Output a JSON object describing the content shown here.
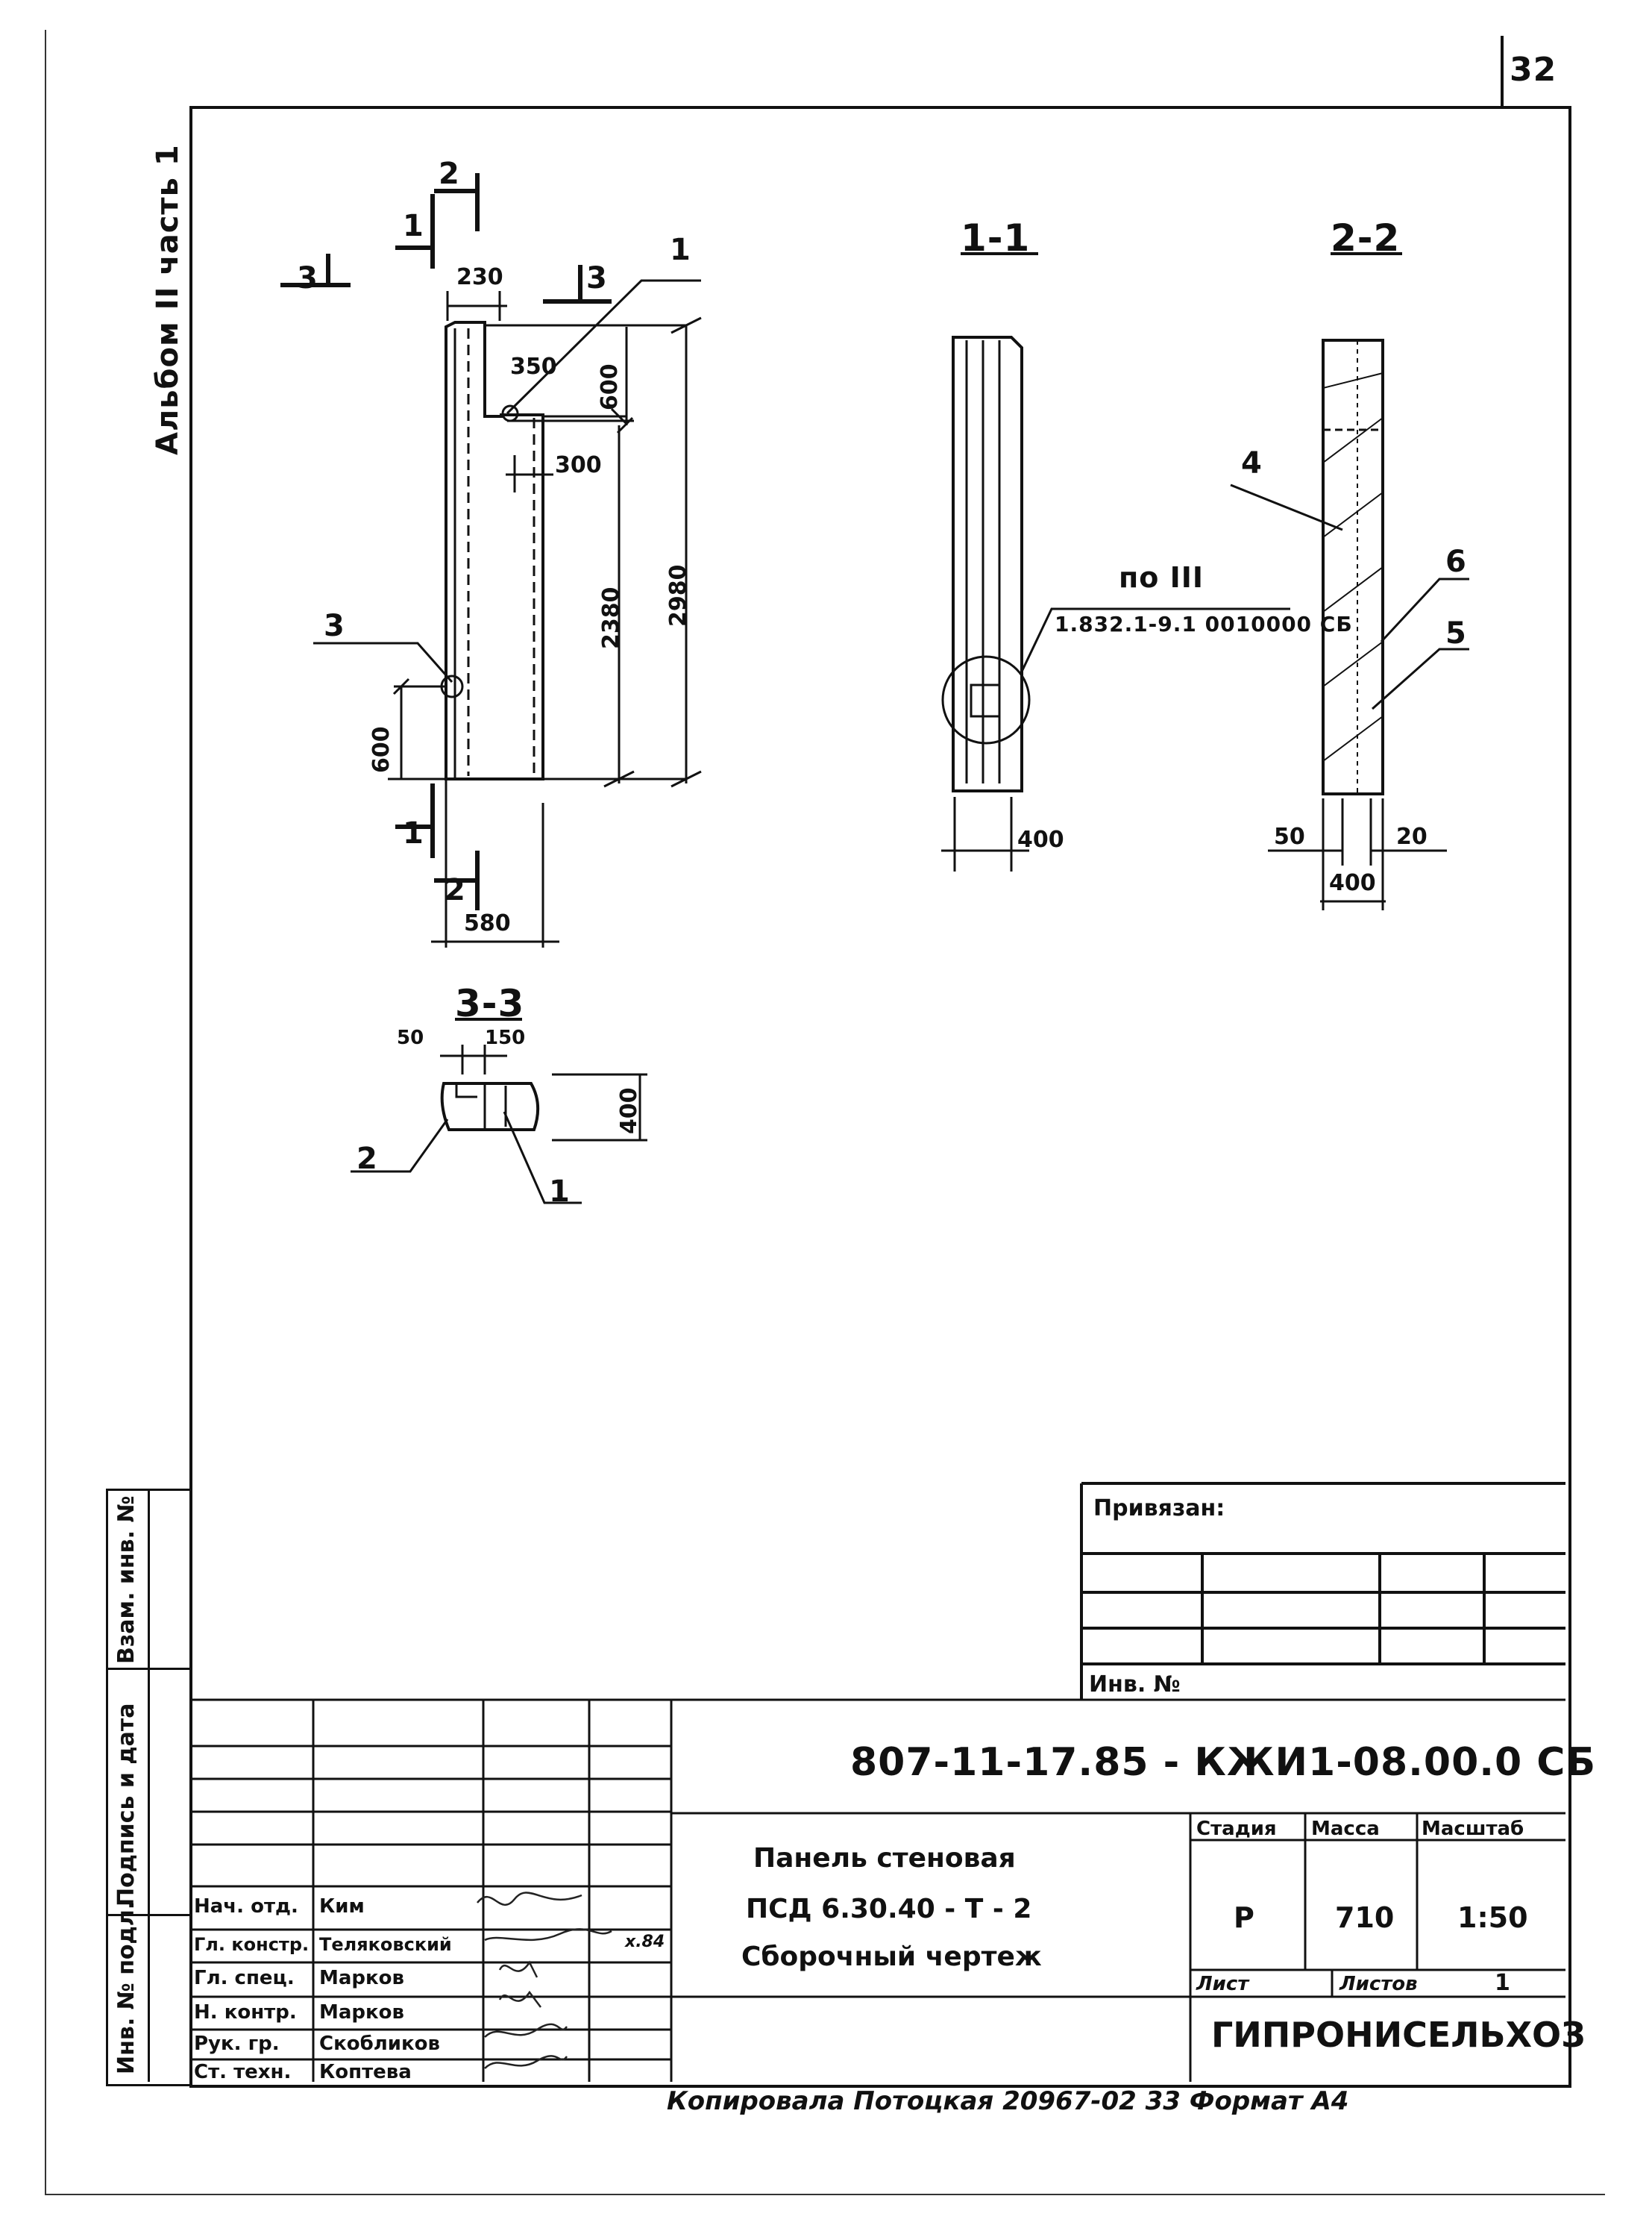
{
  "sheet_number": "32",
  "album_label": "Альбом II часть 1",
  "side_stamps": {
    "inv_podl": "Инв. № подл.",
    "podpis_data": "Подпись и дата",
    "vzam_inv": "Взам. инв. №"
  },
  "views": {
    "section_11": "1-1",
    "section_22": "2-2",
    "section_33": "3-3"
  },
  "main_view": {
    "cut_labels": [
      "2",
      "1",
      "3",
      "3",
      "1",
      "2"
    ],
    "dims": {
      "top_width": "230",
      "notch_w": "350",
      "notch_h": "600",
      "inner": "300",
      "h_lower": "2380",
      "h_total": "2980",
      "bottom_part": "600",
      "base_width": "580"
    },
    "callouts": [
      "1",
      "3"
    ]
  },
  "section_11": {
    "ref_title": "по III",
    "ref_code": "1.832.1-9.1 0010000 СБ",
    "dim": "400"
  },
  "section_22": {
    "callouts": [
      "4",
      "6",
      "5"
    ],
    "dims": [
      "50",
      "400",
      "20"
    ]
  },
  "section_33": {
    "dims": [
      "50",
      "150",
      "400"
    ],
    "callouts": [
      "2",
      "1"
    ]
  },
  "binding": {
    "privyazan": "Привязан:",
    "inv_no": "Инв. №"
  },
  "title_block": {
    "code": "807-11-17.85 - КЖИ1-08.00.0 СБ",
    "name_line1": "Панель стеновая",
    "name_line2": "ПСД 6.30.40 - Т - 2",
    "name_line3": "Сборочный чертеж",
    "col_stage": "Стадия",
    "col_mass": "Масса",
    "col_scale": "Масштаб",
    "stage": "Р",
    "mass": "710",
    "scale": "1:50",
    "sheet": "Лист",
    "sheets": "Листов",
    "sheets_val": "1",
    "org": "ГИПРОНИСЕЛЬХОЗ",
    "roles": [
      {
        "role": "Нач. отд.",
        "name": "Ким"
      },
      {
        "role": "Гл. констр.",
        "name": "Теляковский"
      },
      {
        "role": "Гл. спец.",
        "name": "Марков"
      },
      {
        "role": "Н. контр.",
        "name": "Марков"
      },
      {
        "role": "Рук. гр.",
        "name": "Скобликов"
      },
      {
        "role": "Ст. техн.",
        "name": "Коптева"
      }
    ],
    "date_note": "х.84"
  },
  "footer": "Копировала Потоцкая 20967-02  33  Формат А4"
}
